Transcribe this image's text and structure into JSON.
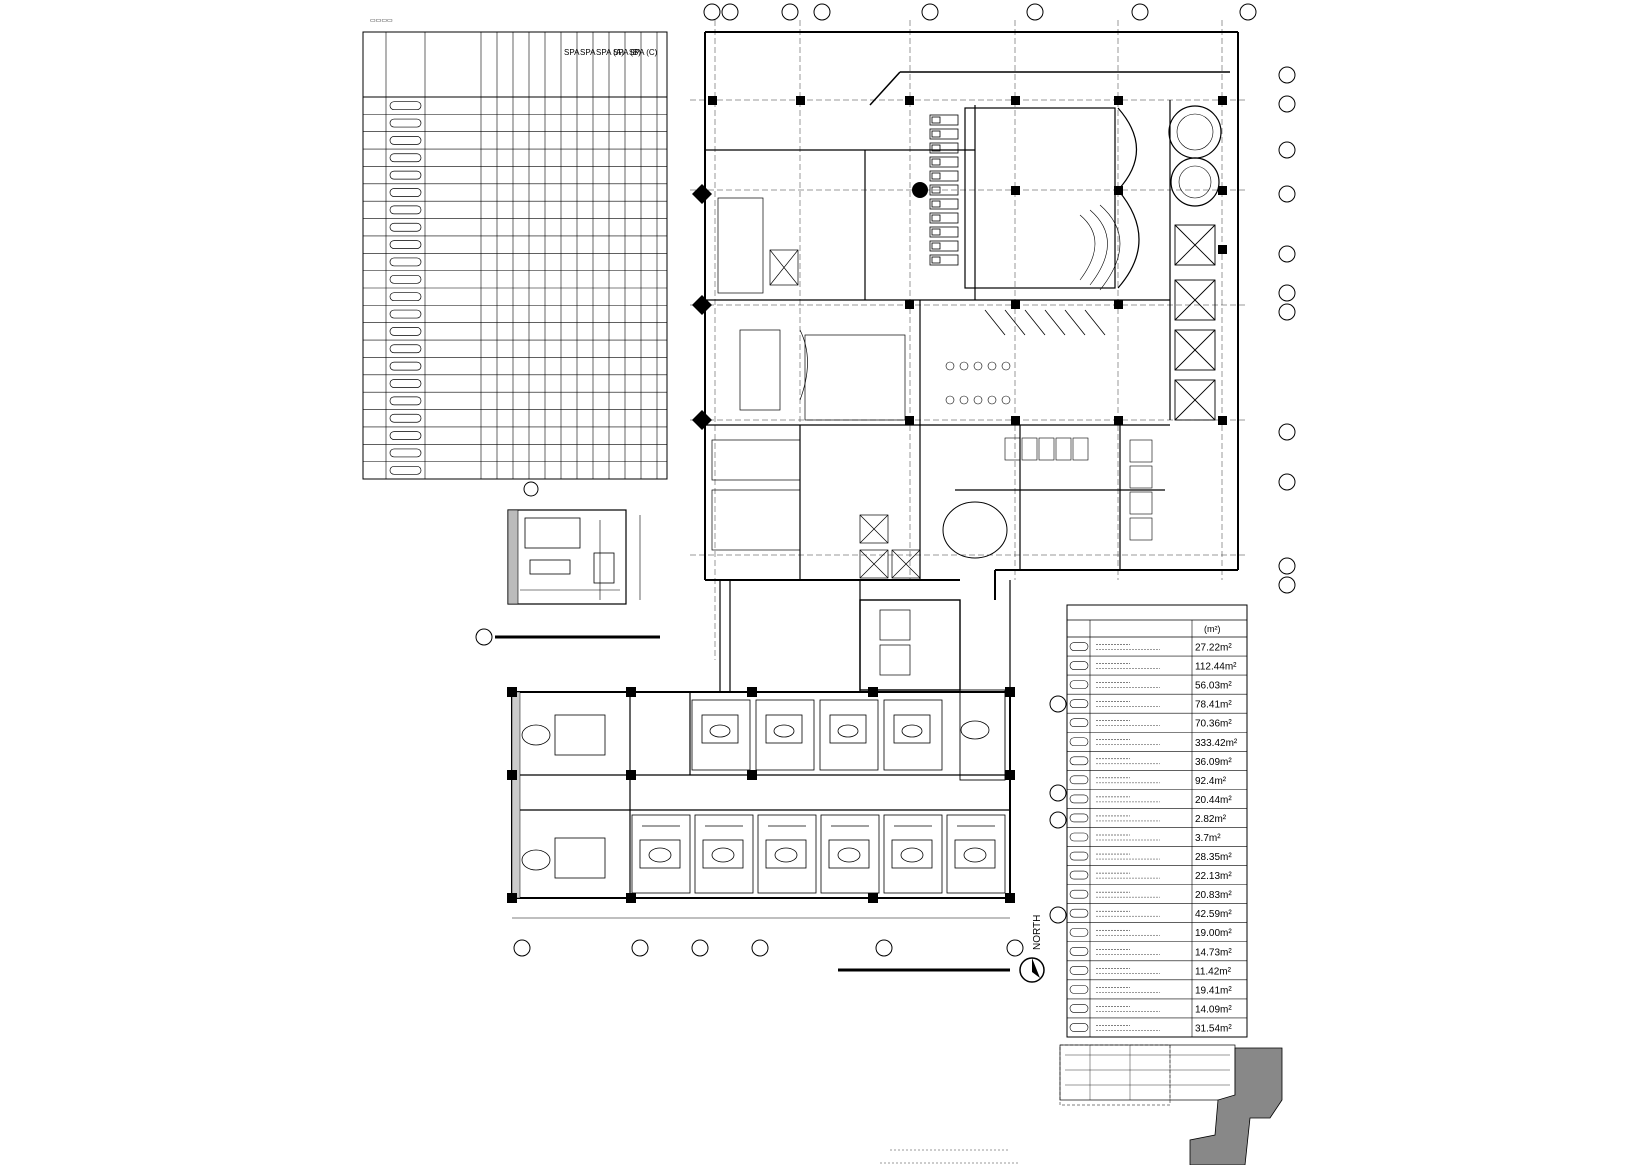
{
  "area_schedule": {
    "unit_header": "(m²)",
    "rows": [
      {
        "area": "27.22m²"
      },
      {
        "area": "112.44m²"
      },
      {
        "area": "56.03m²"
      },
      {
        "area": "78.41m²"
      },
      {
        "area": "70.36m²"
      },
      {
        "area": "333.42m²"
      },
      {
        "area": "36.09m²"
      },
      {
        "area": "92.4m²"
      },
      {
        "area": "20.44m²"
      },
      {
        "area": "2.82m²"
      },
      {
        "area": "3.7m²"
      },
      {
        "area": "28.35m²"
      },
      {
        "area": "22.13m²"
      },
      {
        "area": "20.83m²"
      },
      {
        "area": "42.59m²"
      },
      {
        "area": "19.00m²"
      },
      {
        "area": "14.73m²"
      },
      {
        "area": "11.42m²"
      },
      {
        "area": "19.41m²"
      },
      {
        "area": "14.09m²"
      },
      {
        "area": "31.54m²"
      }
    ]
  },
  "finish_schedule": {
    "spa_headers": [
      "SPA",
      "SPA",
      "SPA (A)",
      "SPA (B)",
      "SPA (C)"
    ],
    "row_count": 22
  },
  "north_label": "NORTH"
}
